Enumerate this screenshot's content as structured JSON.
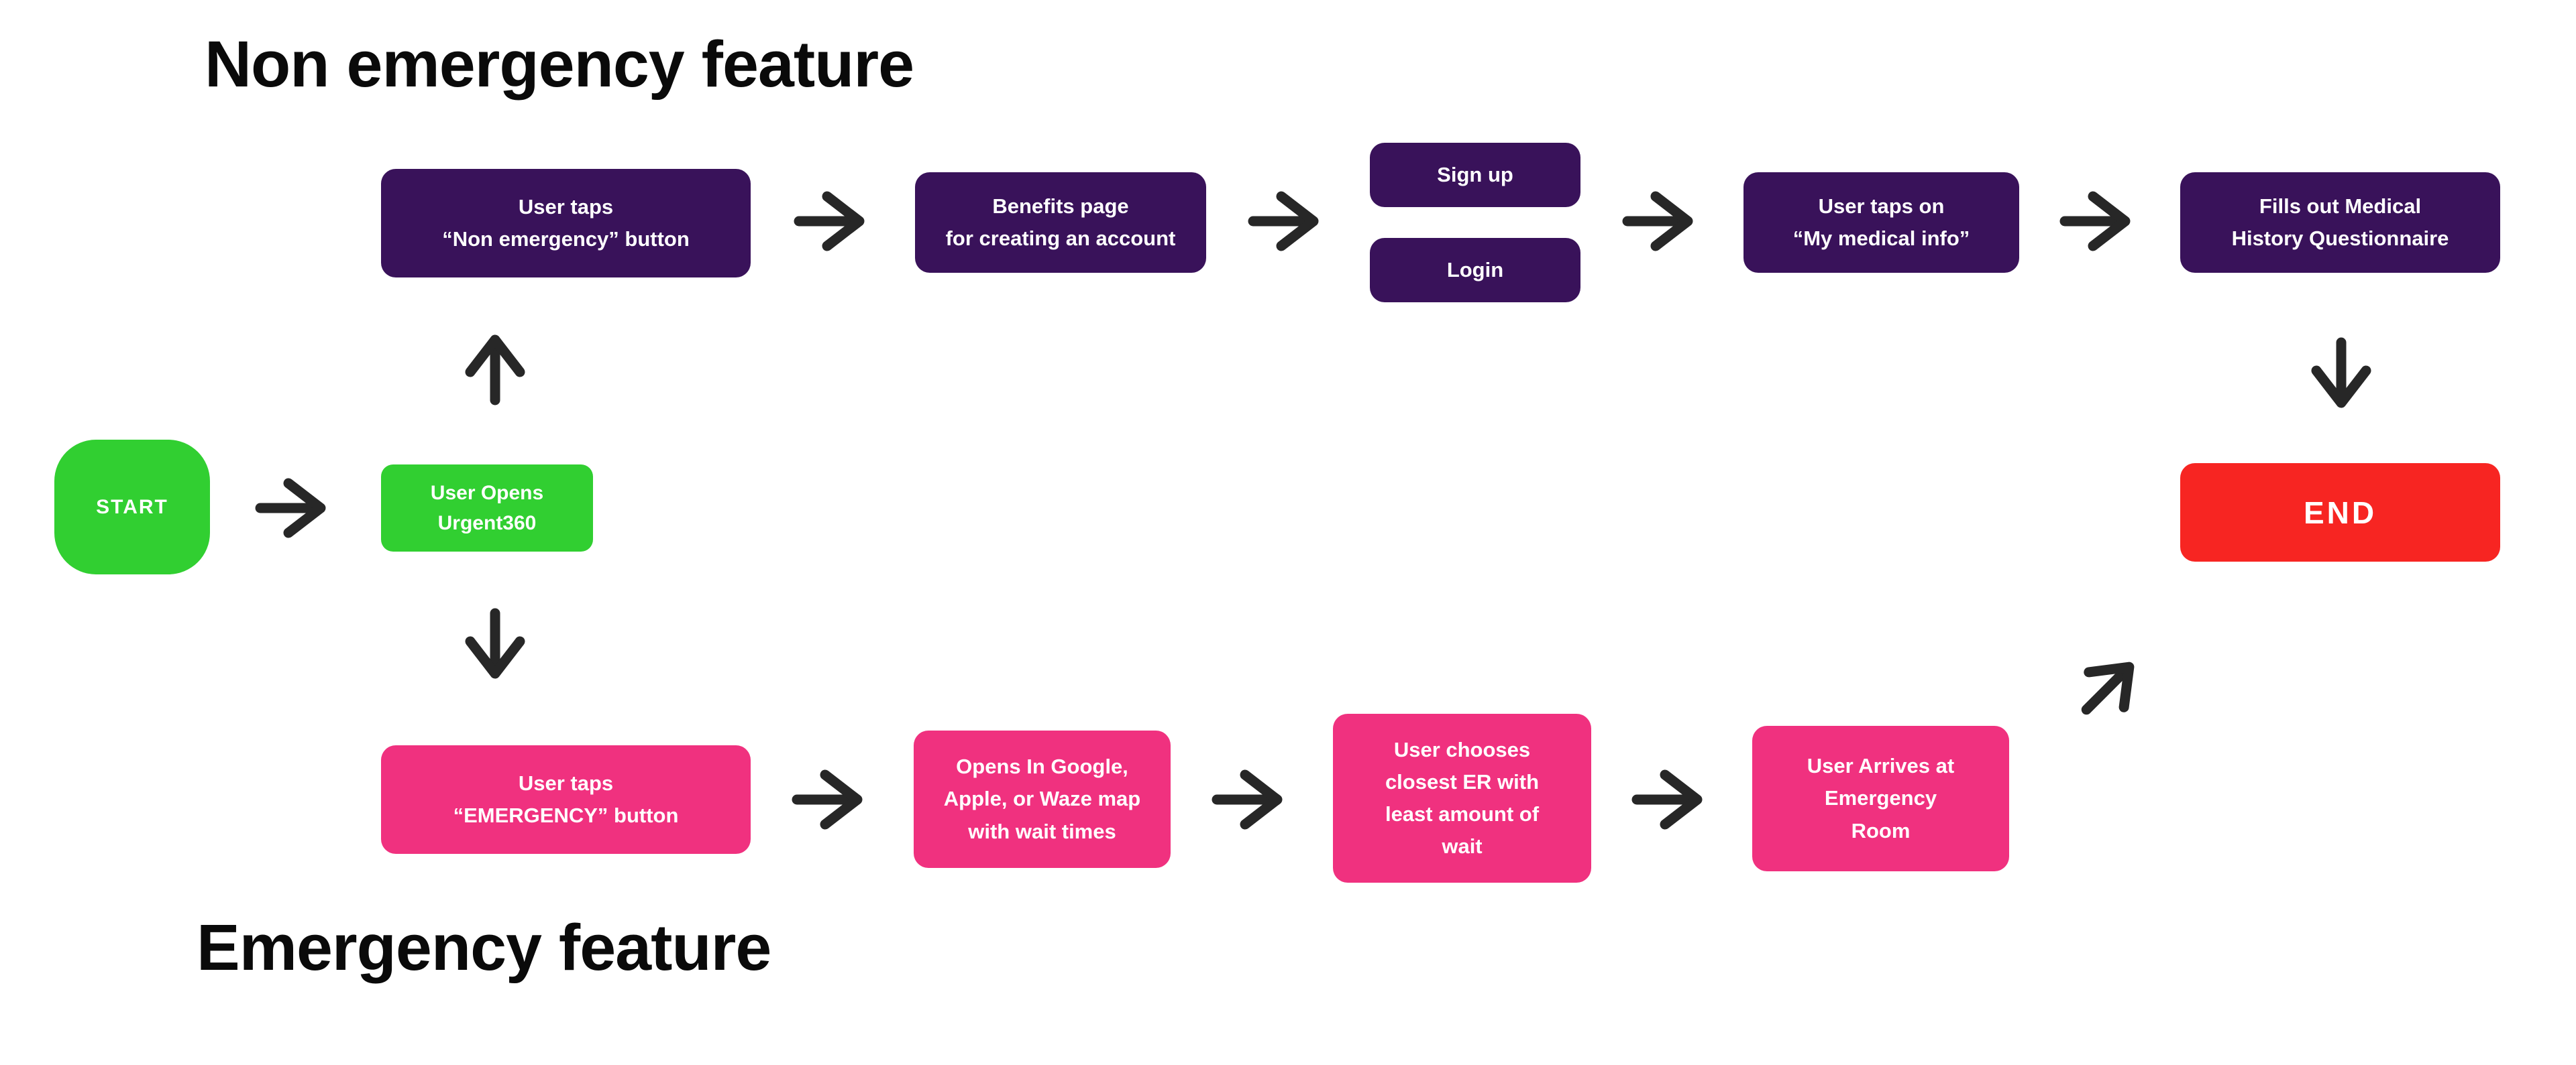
{
  "titles": {
    "non_emergency": "Non emergency feature",
    "emergency": "Emergency feature"
  },
  "colors": {
    "purple_node": "#39125a",
    "green_node": "#31cf31",
    "pink_node": "#f0317f",
    "red_node": "#f72522",
    "arrow": "#272727",
    "node_text": "#ffffff",
    "title_text": "#0a0a0a",
    "background": "#ffffff"
  },
  "nodes": {
    "start": {
      "label": "START"
    },
    "open_app": {
      "line1": "User Opens",
      "line2": "Urgent360"
    },
    "end": {
      "label": "END"
    },
    "non_emergency": {
      "tap_button": {
        "line1": "User taps",
        "line2": "“Non emergency” button"
      },
      "benefits": {
        "line1": "Benefits page",
        "line2": "for creating an account"
      },
      "sign_up": {
        "label": "Sign up"
      },
      "login": {
        "label": "Login"
      },
      "medical_info": {
        "line1": "User taps on",
        "line2": "“My medical info”"
      },
      "questionnaire": {
        "line1": "Fills out Medical",
        "line2": "History Questionnaire"
      }
    },
    "emergency": {
      "tap_button": {
        "line1": "User taps",
        "line2": "“EMERGENCY” button"
      },
      "opens_map": {
        "line1": "Opens In Google,",
        "line2": "Apple, or Waze map",
        "line3": "with wait times"
      },
      "choose_er": {
        "line1": "User chooses",
        "line2": "closest ER with",
        "line3": "least amount of",
        "line4": "wait"
      },
      "arrives": {
        "line1": "User Arrives at",
        "line2": "Emergency",
        "line3": "Room"
      }
    }
  }
}
